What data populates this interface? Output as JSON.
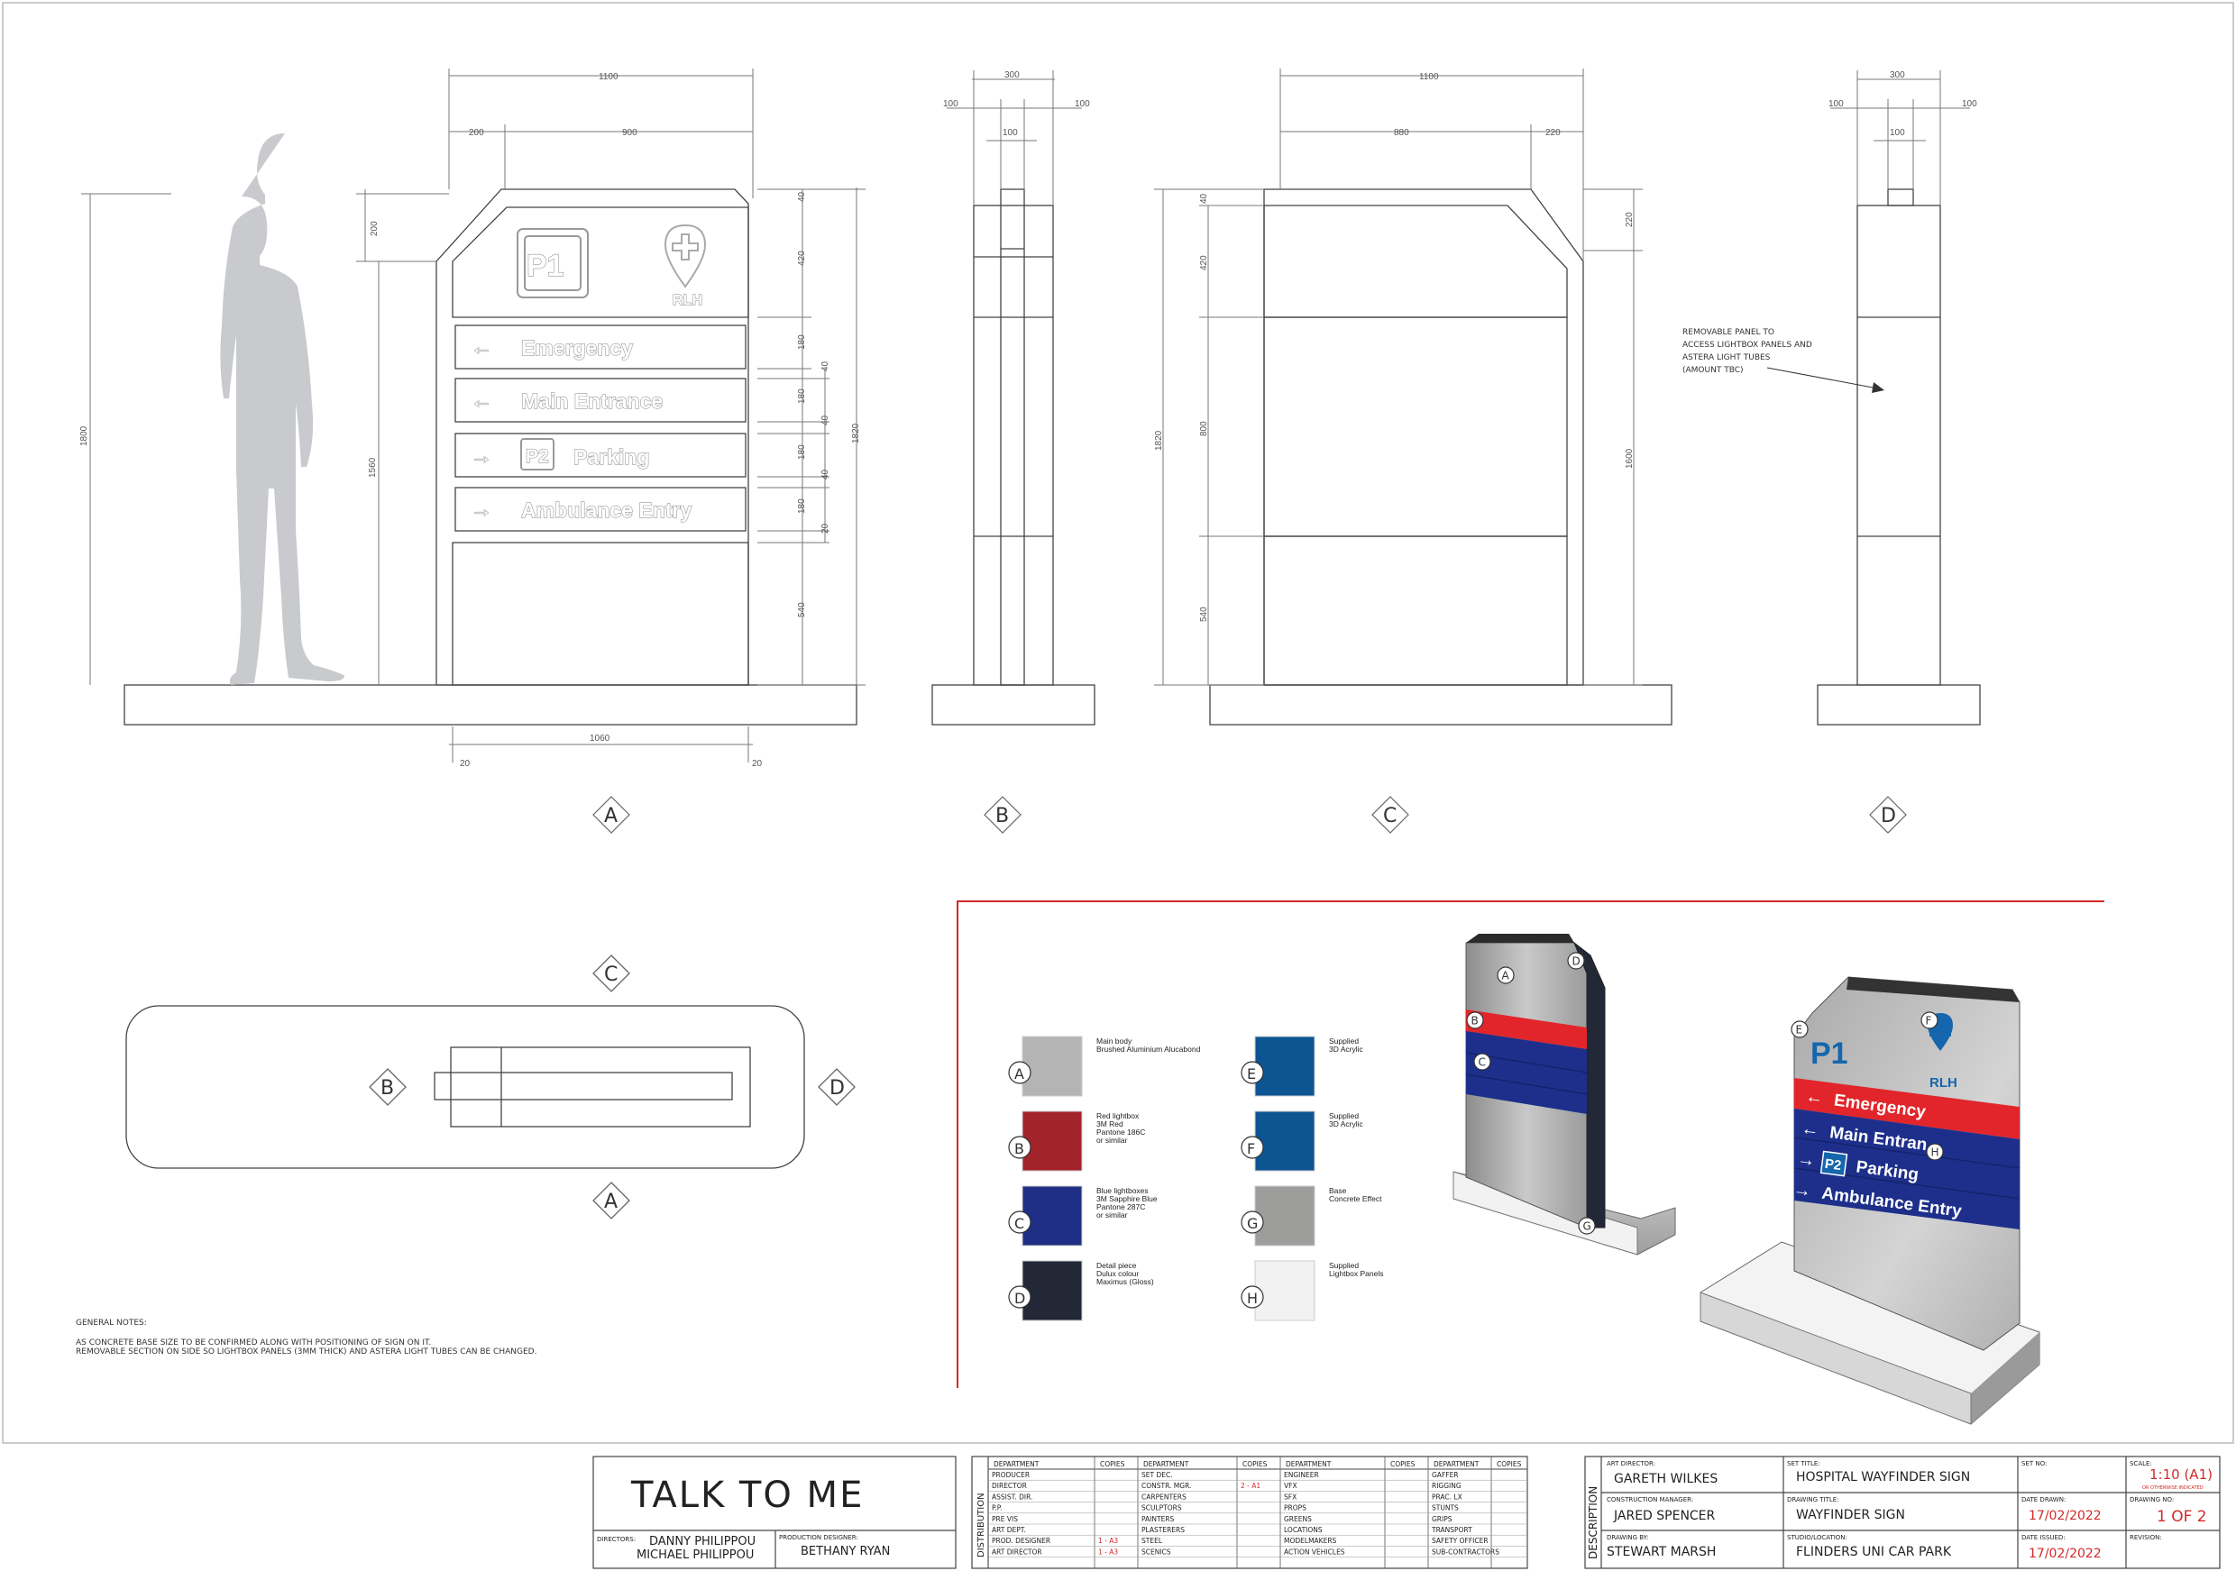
{
  "elevation_labels": {
    "a": "A",
    "b": "B",
    "c": "C",
    "d": "D"
  },
  "sign": {
    "p1": "P1",
    "logo_text": "RLH",
    "rows": [
      {
        "arrow": "←",
        "label": "Emergency"
      },
      {
        "arrow": "←",
        "label": "Main Entrance"
      },
      {
        "arrow": "→",
        "badge": "P2",
        "label": "Parking"
      },
      {
        "arrow": "→",
        "label": "Ambulance Entry"
      }
    ]
  },
  "dims": {
    "a_top_1100": "1100",
    "a_top_200": "200",
    "a_top_900": "900",
    "a_left_1800": "1800",
    "a_left_200": "200",
    "a_left_1560": "1560",
    "a_right_40": "40",
    "a_right_420": "420",
    "a_right_180a": "180",
    "a_right_40a": "40",
    "a_right_180b": "180",
    "a_right_40b": "40",
    "a_right_180c": "180",
    "a_right_40c": "40",
    "a_right_180d": "180",
    "a_right_20": "20",
    "a_right_540": "540",
    "a_right_1820": "1820",
    "a_bottom_1060": "1060",
    "a_bottom_20l": "20",
    "a_bottom_20r": "20",
    "b_300": "300",
    "b_100l": "100",
    "b_100m": "100",
    "b_100r": "100",
    "c_1100": "1100",
    "c_880": "880",
    "c_220": "220",
    "c_220v": "220",
    "c_40": "40",
    "c_420": "420",
    "c_800": "800",
    "c_540": "540",
    "c_1820": "1820",
    "c_1600": "1600",
    "d_300": "300",
    "d_100l": "100",
    "d_100m": "100",
    "d_100r": "100"
  },
  "removable_note": [
    "REMOVABLE PANEL TO",
    "ACCESS LIGHTBOX PANELS AND",
    "ASTERA LIGHT TUBES",
    "(AMOUNT TBC)"
  ],
  "general_notes": {
    "title": "GENERAL NOTES:",
    "lines": [
      "AS CONCRETE BASE SIZE TO BE CONFIRMED ALONG WITH POSITIONING OF SIGN ON IT.",
      "REMOVABLE SECTION ON SIDE SO LIGHTBOX PANELS (3MM THICK) AND ASTERA LIGHT TUBES CAN BE CHANGED."
    ]
  },
  "materials": [
    {
      "key": "A",
      "color": "#b4b4b4",
      "lines": [
        "Main body",
        "Brushed Aluminium Alucabond"
      ]
    },
    {
      "key": "B",
      "color": "#a3232b",
      "lines": [
        "Red lightbox",
        "3M Red",
        "Pantone 186C",
        "or similar"
      ]
    },
    {
      "key": "C",
      "color": "#1e2f85",
      "lines": [
        "Blue lightboxes",
        "3M Sapphire Blue",
        "Pantone 287C",
        "or similar"
      ]
    },
    {
      "key": "D",
      "color": "#222836",
      "lines": [
        "Detail piece",
        "Dulux colour",
        "Maximus (Gloss)"
      ]
    },
    {
      "key": "E",
      "color": "#0d5493",
      "lines": [
        "Supplied",
        "3D Acrylic"
      ]
    },
    {
      "key": "F",
      "color": "#0d5493",
      "lines": [
        "Supplied",
        "3D Acrylic"
      ]
    },
    {
      "key": "G",
      "color": "#9d9d9b",
      "lines": [
        "Base",
        "Concrete Effect"
      ]
    },
    {
      "key": "H",
      "color": "#f2f2f2",
      "lines": [
        "Supplied",
        "Lightbox Panels"
      ]
    }
  ],
  "render": {
    "callouts": [
      "A",
      "B",
      "C",
      "D",
      "E",
      "F",
      "G",
      "H"
    ],
    "p1": "P1",
    "logo": "RLH",
    "rows": [
      {
        "arrow": "←",
        "label": "Emergency"
      },
      {
        "arrow": "←",
        "label": "Main Entran"
      },
      {
        "arrow": "→",
        "badge": "P2",
        "label": "Parking"
      },
      {
        "arrow": "→",
        "label": "Ambulance Entry"
      }
    ]
  },
  "title_block": {
    "project": "TALK TO ME",
    "directors_label": "DIRECTORS:",
    "directors": [
      "DANNY PHILIPPOU",
      "MICHAEL PHILIPPOU"
    ],
    "pd_label": "PRODUCTION DESIGNER:",
    "pd": "BETHANY RYAN",
    "distribution_label": "DISTRIBUTION",
    "dist_headers": [
      "DEPARTMENT",
      "COPIES",
      "DEPARTMENT",
      "COPIES",
      "DEPARTMENT",
      "COPIES",
      "DEPARTMENT",
      "COPIES"
    ],
    "dist_col1": [
      "PRODUCER",
      "DIRECTOR",
      "ASSIST. DIR.",
      "P.P.",
      "PRE VIS",
      "ART DEPT.",
      "PROD. DESIGNER",
      "ART DIRECTOR"
    ],
    "dist_col1_copies": [
      "",
      "",
      "",
      "",
      "",
      "",
      "1 - A3",
      "1 - A3"
    ],
    "dist_col2": [
      "SET DEC.",
      "CONSTR. MGR.",
      "CARPENTERS",
      "SCULPTORS",
      "PAINTERS",
      "PLASTERERS",
      "STEEL",
      "SCENICS"
    ],
    "dist_col2_copies": [
      "",
      "2 - A1",
      "",
      "",
      "",
      "",
      "",
      ""
    ],
    "dist_col3": [
      "ENGINEER",
      "VFX",
      "SFX",
      "PROPS",
      "GREENS",
      "LOCATIONS",
      "MODELMAKERS",
      "ACTION VEHICLES"
    ],
    "dist_col4": [
      "GAFFER",
      "RIGGING",
      "PRAC. LX",
      "STUNTS",
      "GRIPS",
      "TRANSPORT",
      "SAFETY OFFICER",
      "SUB-CONTRACTORS"
    ],
    "description_label": "DESCRIPTION",
    "art_director_label": "ART DIRECTOR:",
    "art_director": "GARETH WILKES",
    "cm_label": "CONSTRUCTION MANAGER:",
    "cm": "JARED SPENCER",
    "drawn_by_label": "DRAWING BY:",
    "drawn_by": "STEWART MARSH",
    "set_title_label": "SET TITLE:",
    "set_title": "HOSPITAL WAYFINDER SIGN",
    "drawing_title_label": "DRAWING TITLE:",
    "drawing_title": "WAYFINDER SIGN",
    "location_label": "STUDIO/LOCATION:",
    "location": "FLINDERS UNI CAR PARK",
    "set_no_label": "SET NO:",
    "date_drawn_label": "DATE DRAWN:",
    "date_drawn": "17/02/2022",
    "date_issued_label": "DATE ISSUED:",
    "date_issued": "17/02/2022",
    "scale_label": "SCALE:",
    "scale": "1:10 (A1)",
    "scale_note": "OR OTHERWISE INDICATED",
    "drawing_no_label": "DRAWING NO:",
    "drawing_no": "1 OF 2",
    "revision_label": "REVISION:"
  },
  "colors": {
    "accent_red": "#d12a2a",
    "sign_red": "#e1252b",
    "sign_blue": "#1d2f8a",
    "logo_blue": "#1566ad"
  }
}
